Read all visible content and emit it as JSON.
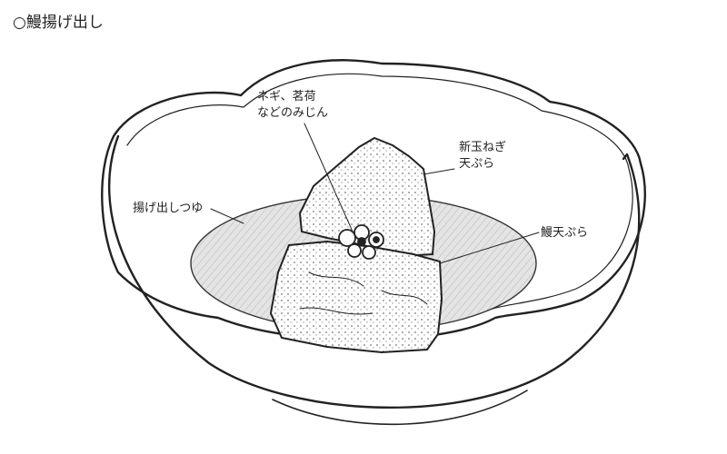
{
  "title": "○鰻揚げ出し",
  "labels": {
    "negi_line1": "ネギ、茗荷",
    "negi_line2": "などのみじん",
    "onion_line1": "新玉ねぎ",
    "onion_line2": "天ぷら",
    "tsuyu": "揚げ出しつゆ",
    "unagi": "鰻天ぷら"
  },
  "colors": {
    "ink": "#222222",
    "broth": "#dcdcdc",
    "background": "#ffffff"
  },
  "style": "pencil-sketch"
}
